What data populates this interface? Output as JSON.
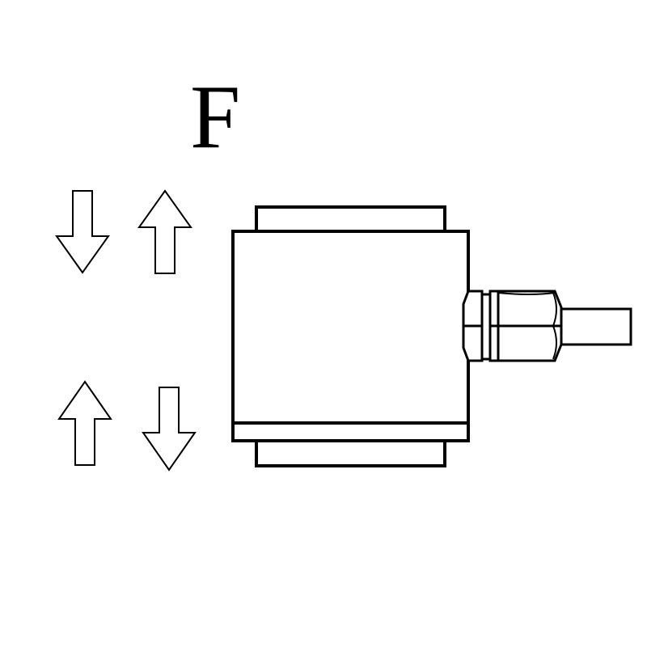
{
  "diagram": {
    "force_label": "F",
    "colors": {
      "stroke": "#000000",
      "fill": "#ffffff"
    },
    "arrows": [
      {
        "name": "top-left-down-arrow",
        "direction": "down"
      },
      {
        "name": "top-right-up-arrow",
        "direction": "up"
      },
      {
        "name": "bottom-left-up-arrow",
        "direction": "up"
      },
      {
        "name": "bottom-right-down-arrow",
        "direction": "down"
      }
    ]
  }
}
